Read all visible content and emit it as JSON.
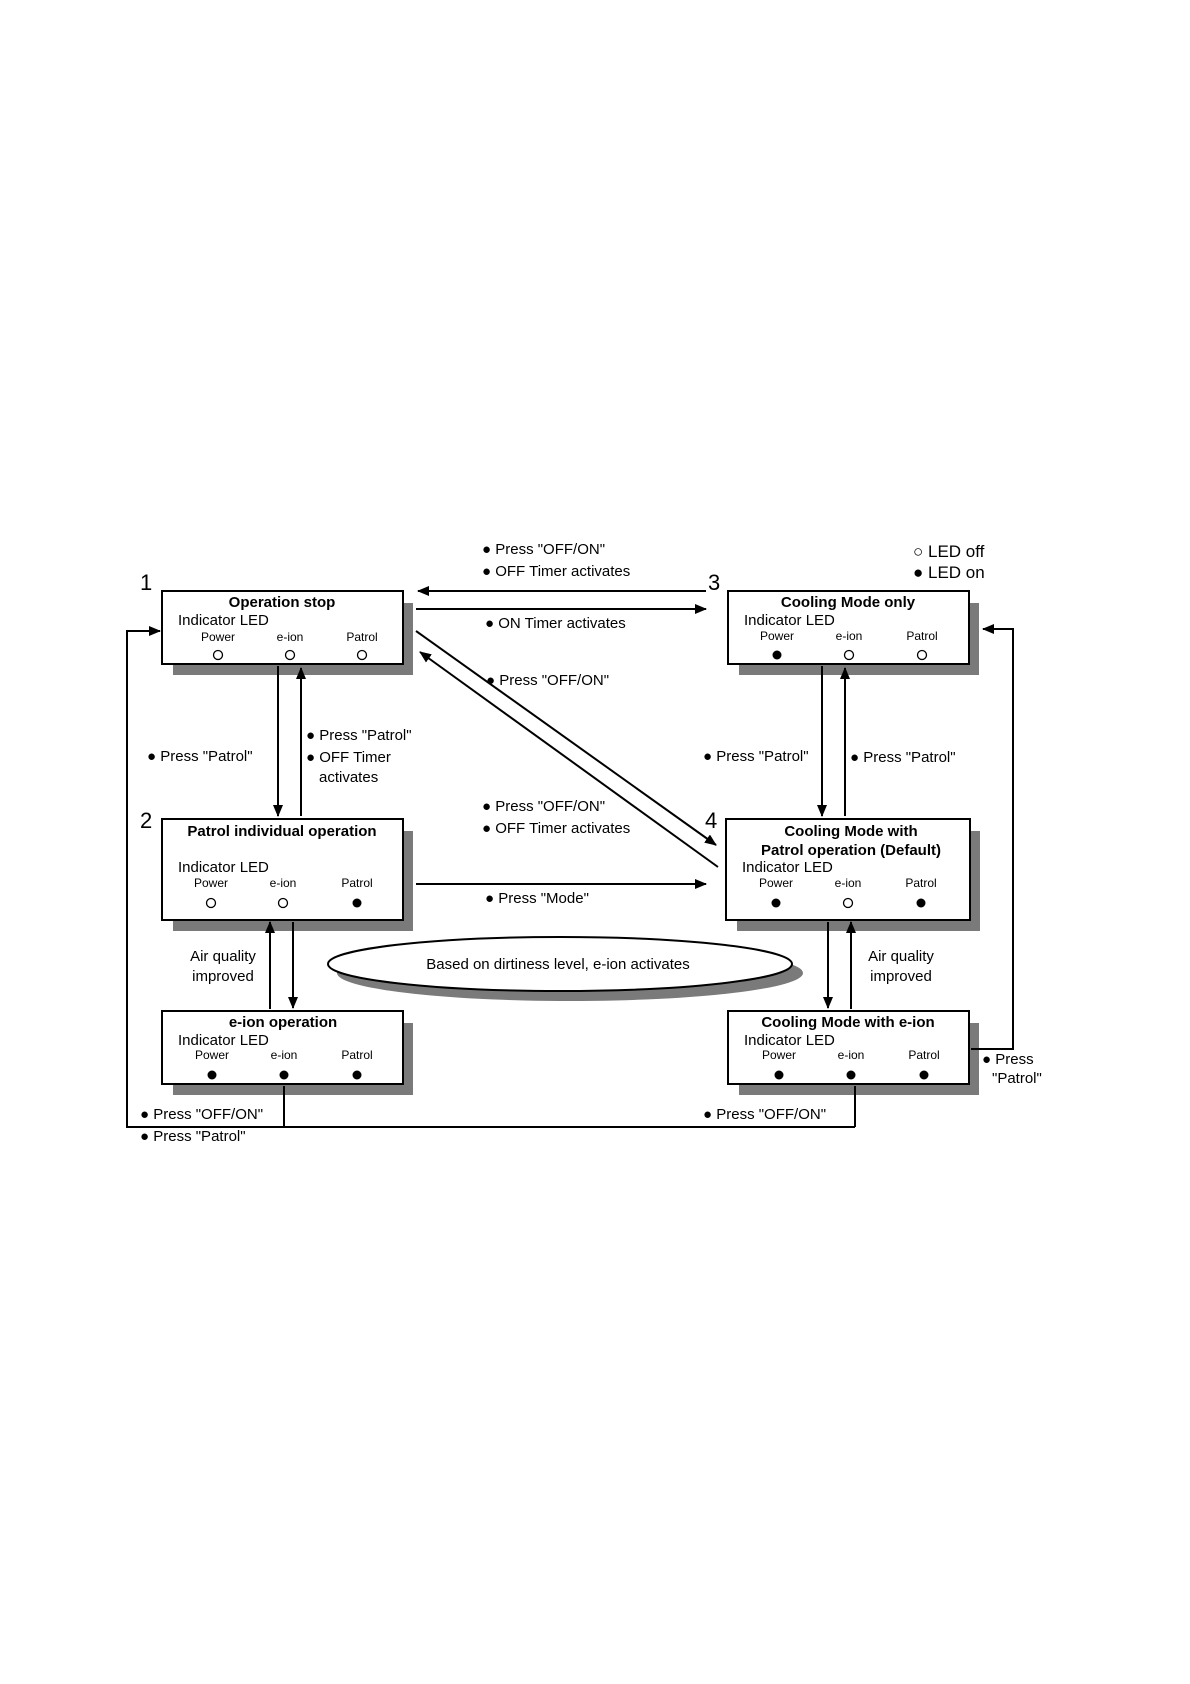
{
  "legend": {
    "off": "○ LED off",
    "on": "● LED on"
  },
  "led_labels": {
    "indicator": "Indicator LED",
    "power": "Power",
    "eion": "e-ion",
    "patrol": "Patrol"
  },
  "states": {
    "s1": {
      "number": "1",
      "title": "Operation stop",
      "leds": {
        "power": "off",
        "eion": "off",
        "patrol": "off"
      }
    },
    "s2": {
      "number": "2",
      "title": "Patrol individual operation",
      "leds": {
        "power": "off",
        "eion": "off",
        "patrol": "on"
      }
    },
    "s3": {
      "number": "3",
      "title": "Cooling Mode only",
      "leds": {
        "power": "on",
        "eion": "off",
        "patrol": "off"
      }
    },
    "s4": {
      "number": "4",
      "title_line1": "Cooling Mode with",
      "title_line2": "Patrol operation (Default)",
      "leds": {
        "power": "on",
        "eion": "off",
        "patrol": "on"
      }
    },
    "s5": {
      "title": "e-ion operation",
      "leds": {
        "power": "on",
        "eion": "on",
        "patrol": "on"
      }
    },
    "s6": {
      "title": "Cooling Mode with e-ion",
      "leds": {
        "power": "on",
        "eion": "on",
        "patrol": "on"
      }
    }
  },
  "transitions": {
    "s3_to_s1_a": "● Press \"OFF/ON\"",
    "s3_to_s1_b": "● OFF Timer activates",
    "s1_to_s3": "● ON Timer activates",
    "s1_to_s4": "● Press \"OFF/ON\"",
    "s4_to_s1_a": "● Press \"OFF/ON\"",
    "s4_to_s1_b": "● OFF Timer activates",
    "s1_to_s2": "● Press \"Patrol\"",
    "s2_to_s1_a": "● Press \"Patrol\"",
    "s2_to_s1_b": "● OFF Timer",
    "s2_to_s1_c": "activates",
    "s3_to_s4": "● Press \"Patrol\"",
    "s4_to_s3": "● Press \"Patrol\"",
    "s2_to_s4": "● Press \"Mode\"",
    "s5_to_s2_a": "Air quality",
    "s5_to_s2_b": "improved",
    "s6_to_s4_a": "Air quality",
    "s6_to_s4_b": "improved",
    "s6_to_s3_a": "● Press",
    "s6_to_s3_b": "\"Patrol\"",
    "s5_to_s1_a": "● Press \"OFF/ON\"",
    "s5_to_s1_b": "● Press \"Patrol\"",
    "s6_to_s1": "● Press \"OFF/ON\""
  },
  "note": "Based on dirtiness level, e-ion activates"
}
